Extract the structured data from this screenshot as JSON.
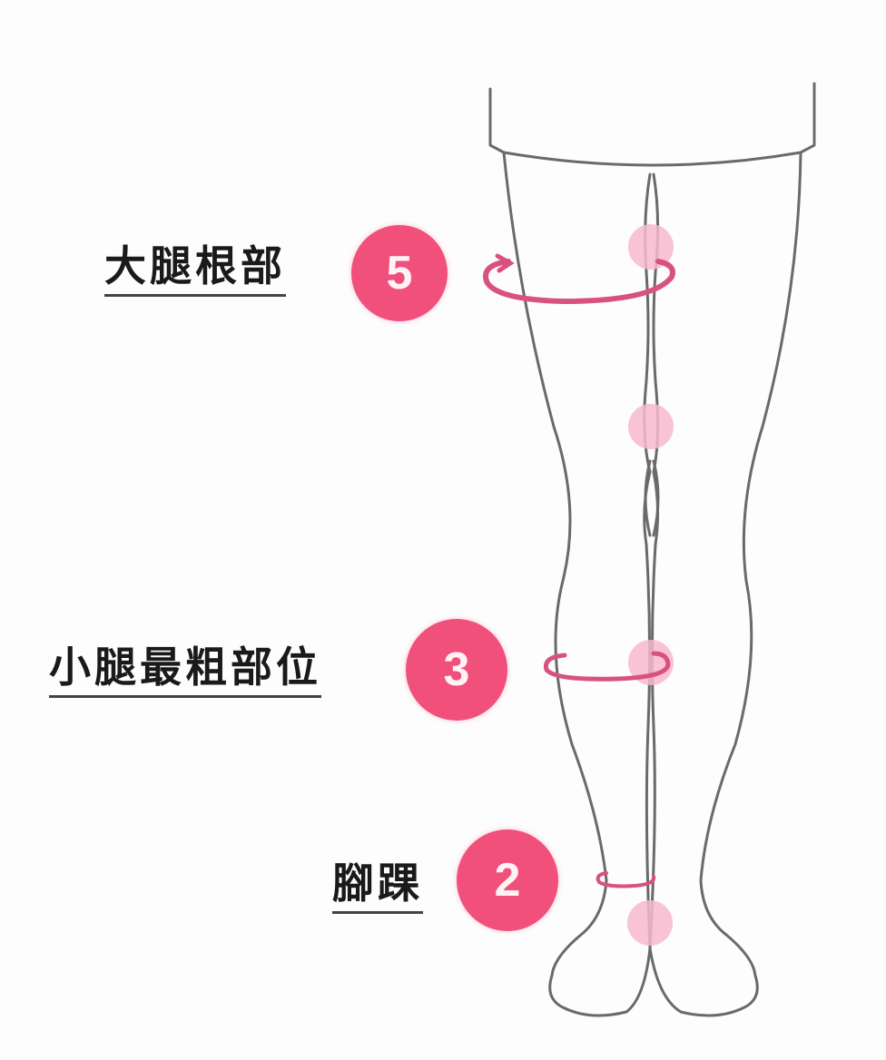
{
  "diagram": {
    "subject": "leg circumference measurement points",
    "colors": {
      "background": "#fdfdfd",
      "outline": "#6a6a6a",
      "badge": "#f0507a",
      "ring": "#d9527e",
      "marker_dot": "#f7b8cc"
    },
    "points": [
      {
        "number": "5",
        "label": "大腿根部"
      },
      {
        "number": "3",
        "label": "小腿最粗部位"
      },
      {
        "number": "2",
        "label": "腳踝"
      }
    ]
  }
}
